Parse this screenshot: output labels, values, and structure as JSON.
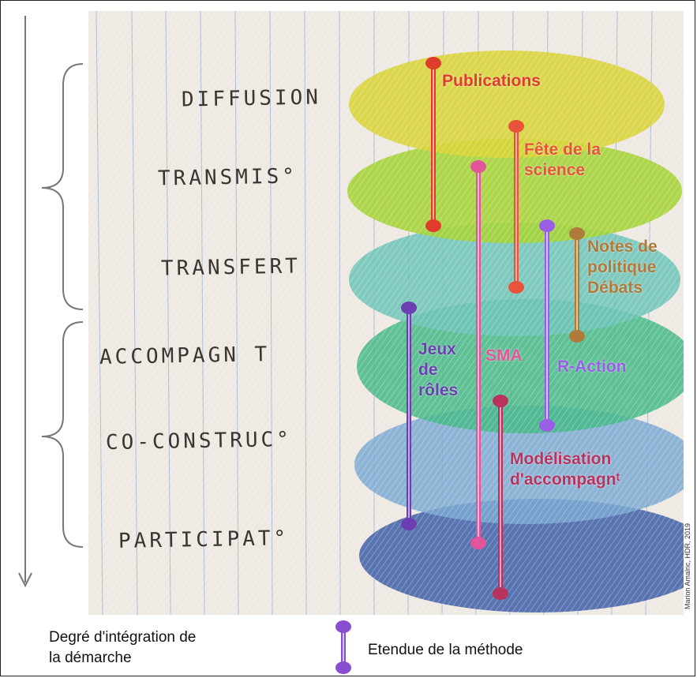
{
  "levels": [
    "DIFFUSION",
    "TRANSMIS°",
    "TRANSFERT",
    "ACCOMPAGN T",
    "CO-CONSTRUC°",
    "PARTICIPAT°"
  ],
  "methods": {
    "publications": "Publications",
    "fete": [
      "Fête de la",
      "science"
    ],
    "sma": "SMA",
    "jeux": [
      "Jeux",
      "de",
      "rôles"
    ],
    "notes": [
      "Notes de",
      "politique",
      "Débats"
    ],
    "raction": "R-Action",
    "modelisation": [
      "Modélisation",
      "d'accompagnᵗ"
    ]
  },
  "credit": "Marion Amalric, HDR, 2019",
  "legend": {
    "axis": [
      "Degré d'intégration de",
      "la démarche"
    ],
    "extent": "Etendue de la méthode"
  },
  "colors": {
    "publications": "#e03c2c",
    "fete": "#e8543a",
    "sma": "#e2559a",
    "jeux": "#6b3fb0",
    "notes": "#b07a3a",
    "raction": "#9a5ee6",
    "modelisation": "#b8335e",
    "legend_bar": "#8a4fd0"
  }
}
